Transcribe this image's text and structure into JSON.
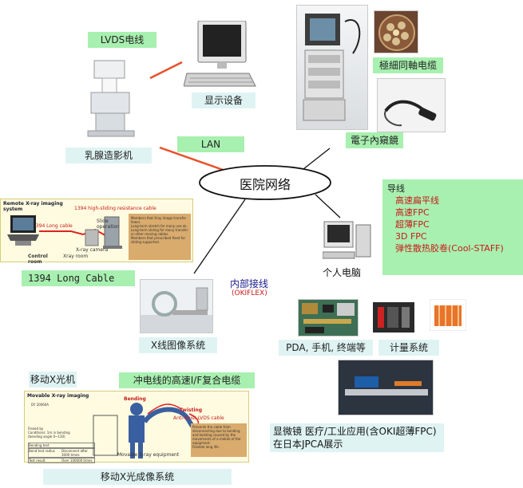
{
  "center": {
    "label": "医院网络"
  },
  "lvds": {
    "label": "LVDS电线"
  },
  "display": {
    "label": "显示设备"
  },
  "mammography": {
    "label": "乳腺造影机"
  },
  "lan": {
    "label": "LAN"
  },
  "endoscope": {
    "label": "電子內窺鏡"
  },
  "micro_coax": {
    "label": "極細同軸电缆"
  },
  "wires_box": {
    "title": "导线",
    "items": [
      "高速扁平线",
      "高速FPC",
      "超薄FPC",
      "3D FPC",
      "弹性散热胶卷(Cool-STAFF)"
    ]
  },
  "pc": {
    "label": "个人电脑"
  },
  "remote_xray": {
    "title": "Remote X-ray imaging system",
    "cable1": "1394 high-sliding resistance cable",
    "cable2": "1394 Long cable",
    "equip1": "Slide operation",
    "equip2": "X-ray camera",
    "room1": "Control room",
    "room2": "Xray room",
    "notes": [
      "Members that Xray image transfer fewer.",
      "Long-term stretch for many use ok.",
      "Long-term sliding for many transfer or other moving cables.",
      "Members that prescribed fixed for sliding supported."
    ]
  },
  "long_cable": {
    "label": "1394 Long Cable"
  },
  "internal_wiring": {
    "label": "内部接线",
    "sub": "(OKIFLEX)"
  },
  "xray_image_system": {
    "label": "X线图像系统"
  },
  "pda": {
    "label": "PDA, 手机, 终端等"
  },
  "measurement": {
    "label": "计量系统"
  },
  "mobile_xray": {
    "label": "移动X光机"
  },
  "charge_cable": {
    "label": "冲电线的高速I/F复合电缆"
  },
  "movable": {
    "title": "Movable X-ray imaging",
    "subtitle": "DY 20060A",
    "bending": "Bending",
    "twisting": "Twisting",
    "cable": "Anti-twist LVDS cable",
    "equipment": "Movable X-ray equipment",
    "left_notes": [
      "Flexed by",
      "Conditions: 1m in bending",
      "(bending angle 0~130)"
    ],
    "table": [
      [
        "Bending test",
        ""
      ],
      [
        "Bend test radius",
        "Disconnect after 3000 times"
      ],
      [
        "Test result",
        "Over 100000 times"
      ]
    ],
    "notes": [
      "Prevents the cable from disconnecting due to bending and twisting caused by the movements of a mobile of the equipment.",
      "Flexible long life."
    ]
  },
  "mobile_system": {
    "label": "移动X光成像系统"
  },
  "microscope": {
    "label": "显微镜 医疗/工业应用(含OKI超薄FPC)在日本JPCA展示"
  }
}
